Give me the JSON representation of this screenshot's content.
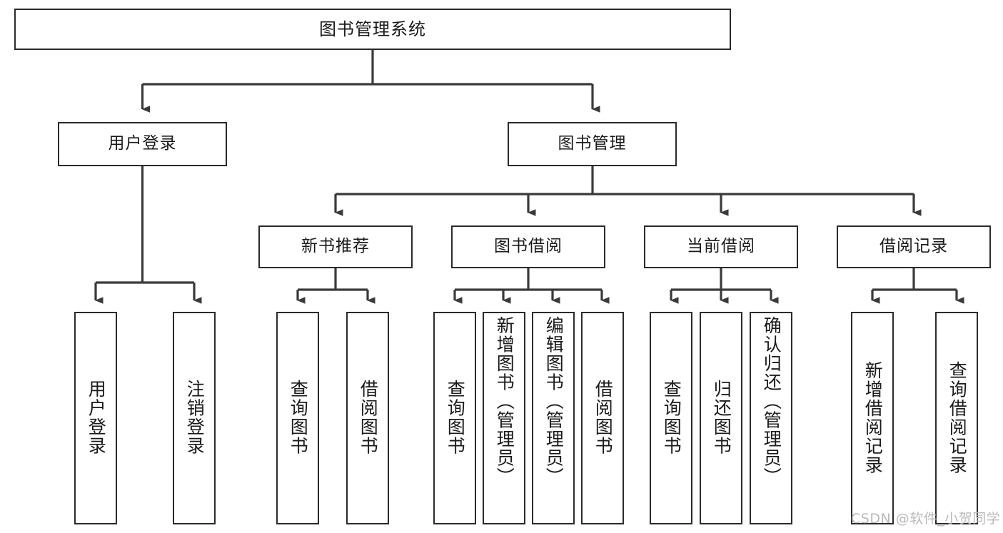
{
  "diagram": {
    "title": "图书管理系统",
    "type": "tree",
    "watermark": "CSDN @软件_小贺同学",
    "stroke_color": "#2b2b2b",
    "fill_color": "#ffffff",
    "text_color": "#1a1a1a",
    "levels": {
      "level1": [
        {
          "id": "root",
          "label": "图书管理系统"
        }
      ],
      "level2": [
        {
          "id": "user-login",
          "label": "用户登录"
        },
        {
          "id": "book-manage",
          "label": "图书管理"
        }
      ],
      "level3": [
        {
          "id": "new-book-recommend",
          "label": "新书推荐",
          "parent": "book-manage"
        },
        {
          "id": "book-borrow",
          "label": "图书借阅",
          "parent": "book-manage"
        },
        {
          "id": "current-borrow",
          "label": "当前借阅",
          "parent": "book-manage"
        },
        {
          "id": "borrow-record",
          "label": "借阅记录",
          "parent": "book-manage"
        }
      ],
      "leaves": [
        {
          "id": "leaf-user-login",
          "label": "用户登录",
          "parent": "user-login"
        },
        {
          "id": "leaf-logout-login",
          "label": "注销登录",
          "parent": "user-login"
        },
        {
          "id": "leaf-query-book-1",
          "label": "查询图书",
          "parent": "new-book-recommend"
        },
        {
          "id": "leaf-borrow-book-1",
          "label": "借阅图书",
          "parent": "new-book-recommend"
        },
        {
          "id": "leaf-query-book-2",
          "label": "查询图书",
          "parent": "book-borrow"
        },
        {
          "id": "leaf-add-book",
          "label": "新增图书（管理员）",
          "parent": "book-borrow"
        },
        {
          "id": "leaf-edit-book",
          "label": "编辑图书（管理员）",
          "parent": "book-borrow"
        },
        {
          "id": "leaf-borrow-book-2",
          "label": "借阅图书",
          "parent": "book-borrow"
        },
        {
          "id": "leaf-query-book-3",
          "label": "查询图书",
          "parent": "current-borrow"
        },
        {
          "id": "leaf-return-book",
          "label": "归还图书",
          "parent": "current-borrow"
        },
        {
          "id": "leaf-confirm-return",
          "label": "确认归还（管理员）",
          "parent": "current-borrow"
        },
        {
          "id": "leaf-add-record",
          "label": "新增借阅记录",
          "parent": "borrow-record"
        },
        {
          "id": "leaf-query-record",
          "label": "查询借阅记录",
          "parent": "borrow-record"
        }
      ]
    }
  }
}
